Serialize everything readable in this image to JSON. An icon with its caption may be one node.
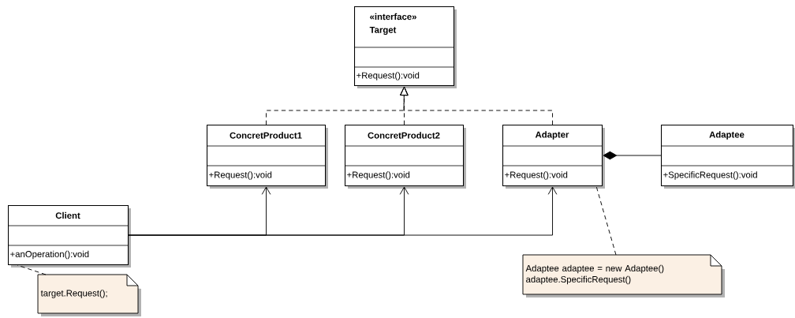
{
  "diagram": {
    "nodes": [
      {
        "text": [
          "«interface»",
          "Target",
          "+Request():void"
        ]
      },
      {
        "text": [
          "ConcretProduct1",
          "+Request():void"
        ]
      },
      {
        "text": [
          "ConcretProduct2",
          "+Request():void"
        ]
      },
      {
        "text": [
          "Adapter",
          "+Request():void"
        ]
      },
      {
        "text": [
          "Adaptee",
          "+SpecificRequest():void"
        ]
      },
      {
        "text": [
          "Client",
          "+anOperation():void"
        ]
      },
      {
        "text": [
          "target.Request();"
        ]
      },
      {
        "text": [
          "Adaptee adaptee = new Adaptee() adaptee.SpecificRequest()"
        ]
      }
    ],
    "edges": [
      {
        "from": 1,
        "to": 0,
        "arrow": "to",
        "style": "dashed"
      },
      {
        "from": 2,
        "to": 0,
        "arrow": "to",
        "style": "dashed"
      },
      {
        "from": 3,
        "to": 0,
        "arrow": "to",
        "style": "dashed"
      },
      {
        "from": 3,
        "to": 4,
        "arrow": "other"
      },
      {
        "from": 5,
        "to": 1,
        "arrow": "to"
      },
      {
        "from": 5,
        "to": 2,
        "arrow": "to"
      },
      {
        "from": 5,
        "to": 3,
        "arrow": "to"
      },
      {
        "from": 6,
        "to": 5,
        "arrow": "none",
        "style": "dashed"
      },
      {
        "from": 7,
        "to": 3,
        "arrow": "none",
        "style": "dashed"
      }
    ]
  }
}
